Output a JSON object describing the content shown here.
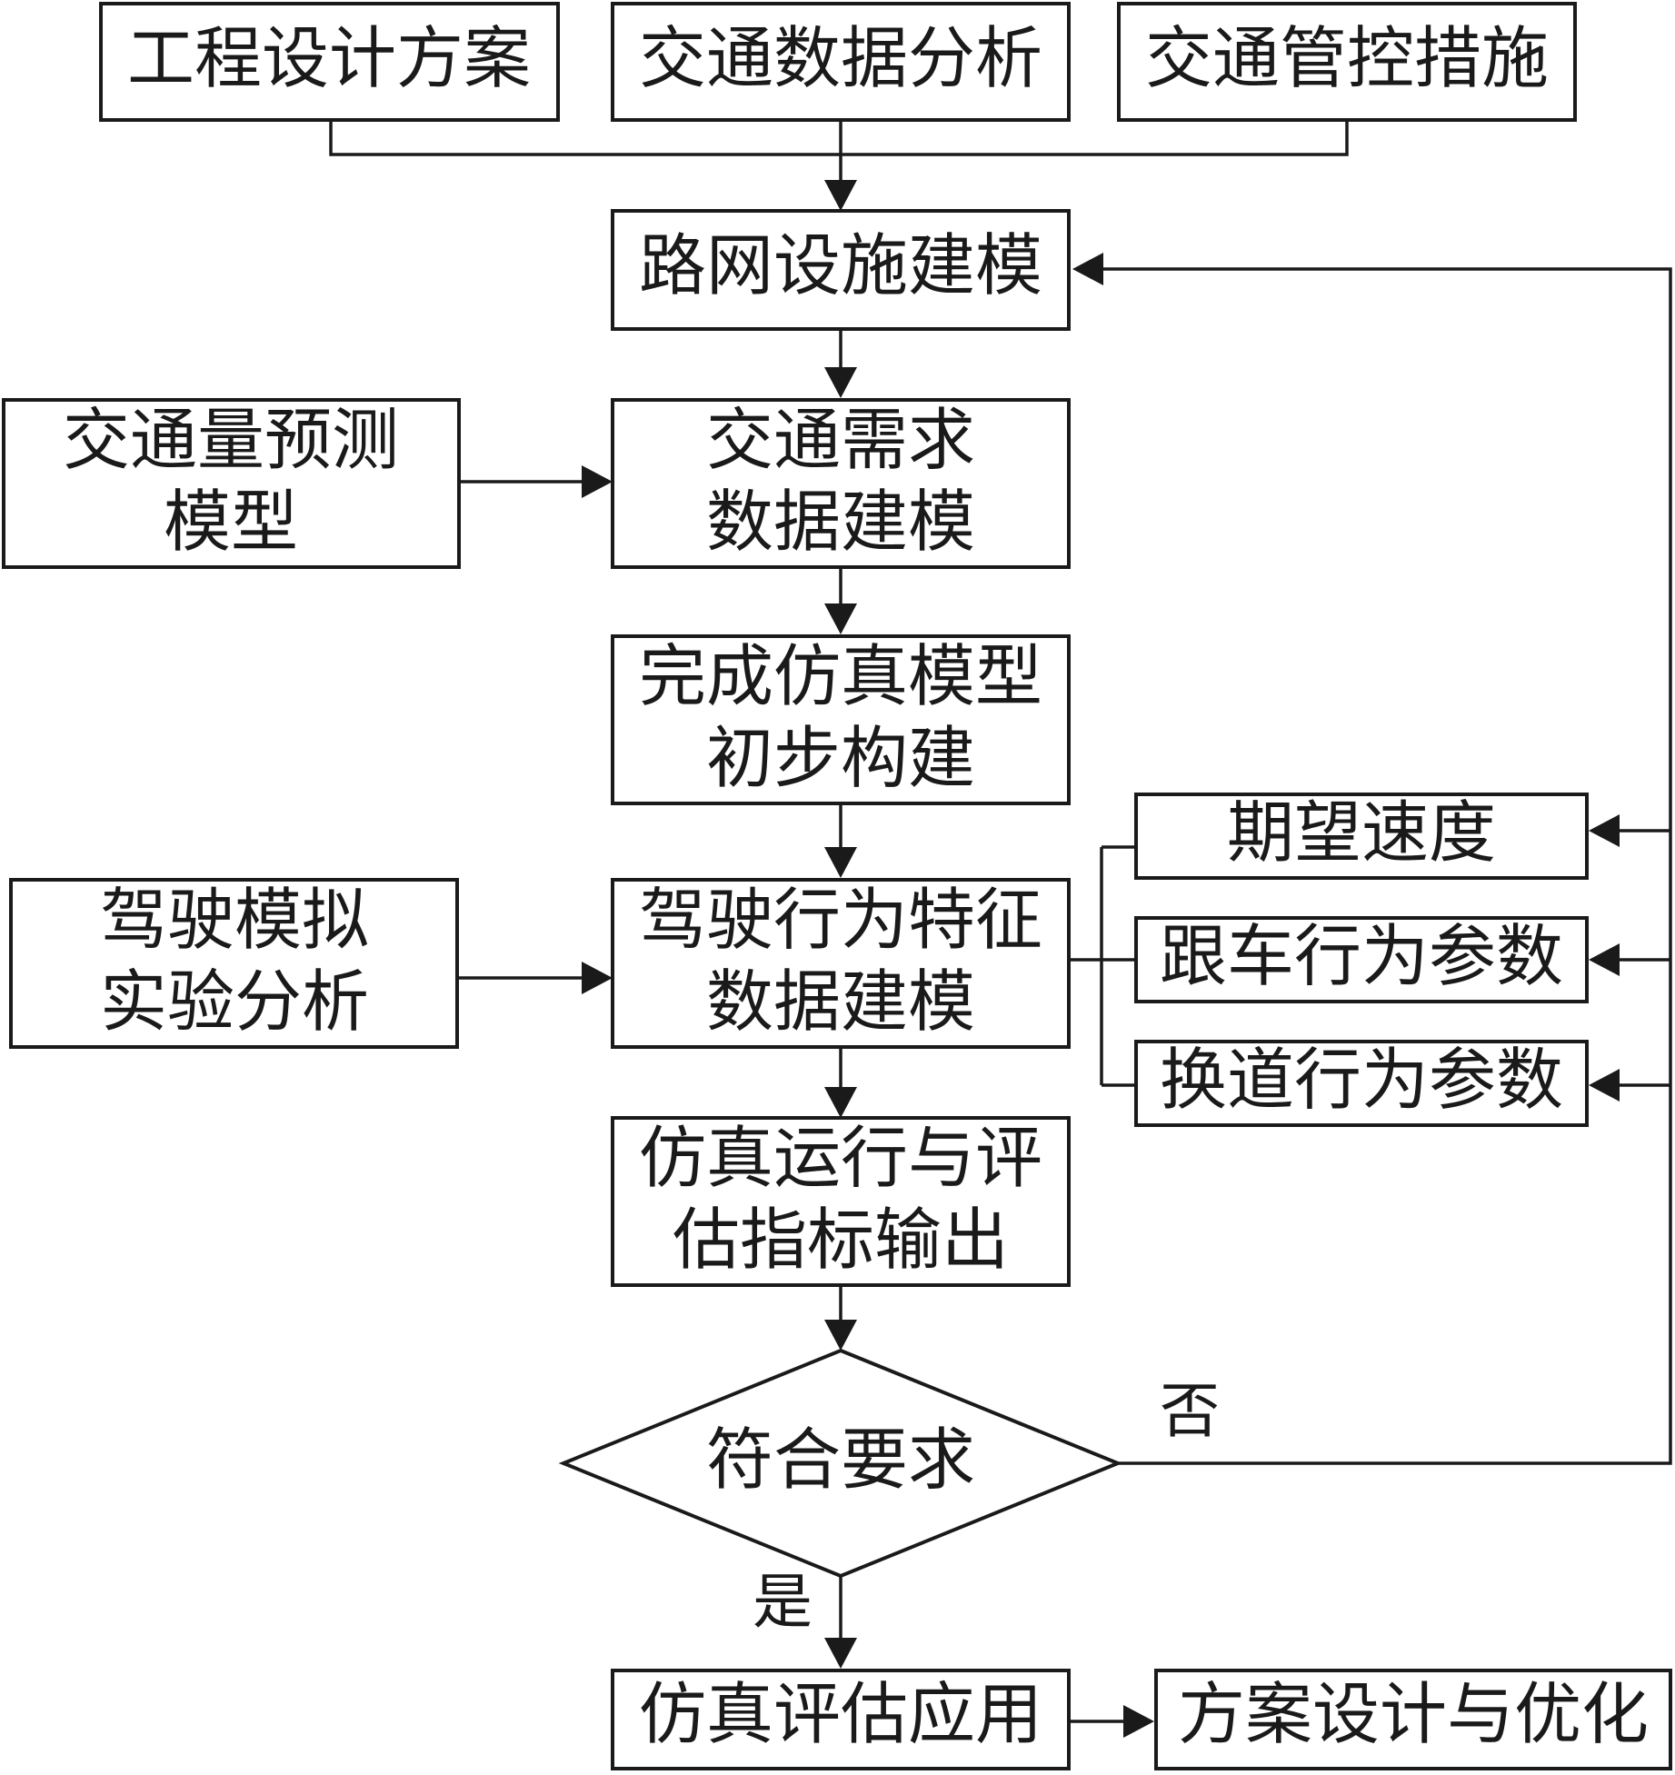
{
  "nodes": {
    "design": "工程设计方案",
    "traffic_data": "交通数据分析",
    "control": "交通管控措施",
    "road_network": "路网设施建模",
    "volume_forecast_1": "交通量预测",
    "volume_forecast_2": "模型",
    "demand_1": "交通需求",
    "demand_2": "数据建模",
    "initial_1": "完成仿真模型",
    "initial_2": "初步构建",
    "driving_sim_1": "驾驶模拟",
    "driving_sim_2": "实验分析",
    "behavior_1": "驾驶行为特征",
    "behavior_2": "数据建模",
    "expected_speed": "期望速度",
    "car_following": "跟车行为参数",
    "lane_change": "换道行为参数",
    "run_eval_1": "仿真运行与评",
    "run_eval_2": "估指标输出",
    "decision": "符合要求",
    "application": "仿真评估应用",
    "optimization": "方案设计与优化"
  },
  "edge_labels": {
    "no": "否",
    "yes": "是"
  }
}
